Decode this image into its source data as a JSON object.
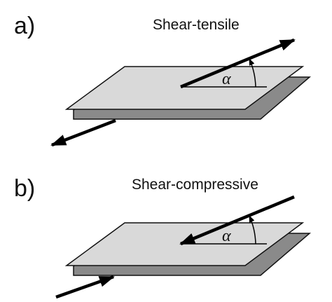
{
  "colors": {
    "upper_plate": "#d9d9d9",
    "lower_plate": "#8a8a8a",
    "outline": "#111111",
    "arrow": "#000000",
    "background": "#ffffff"
  },
  "panels": [
    {
      "letter": "a)",
      "title": "Shear-tensile",
      "angle_label": "α",
      "upper_arrow": "outward",
      "lower_arrow": "outward"
    },
    {
      "letter": "b)",
      "title": "Shear-compressive",
      "angle_label": "α",
      "upper_arrow": "inward",
      "lower_arrow": "inward"
    }
  ]
}
